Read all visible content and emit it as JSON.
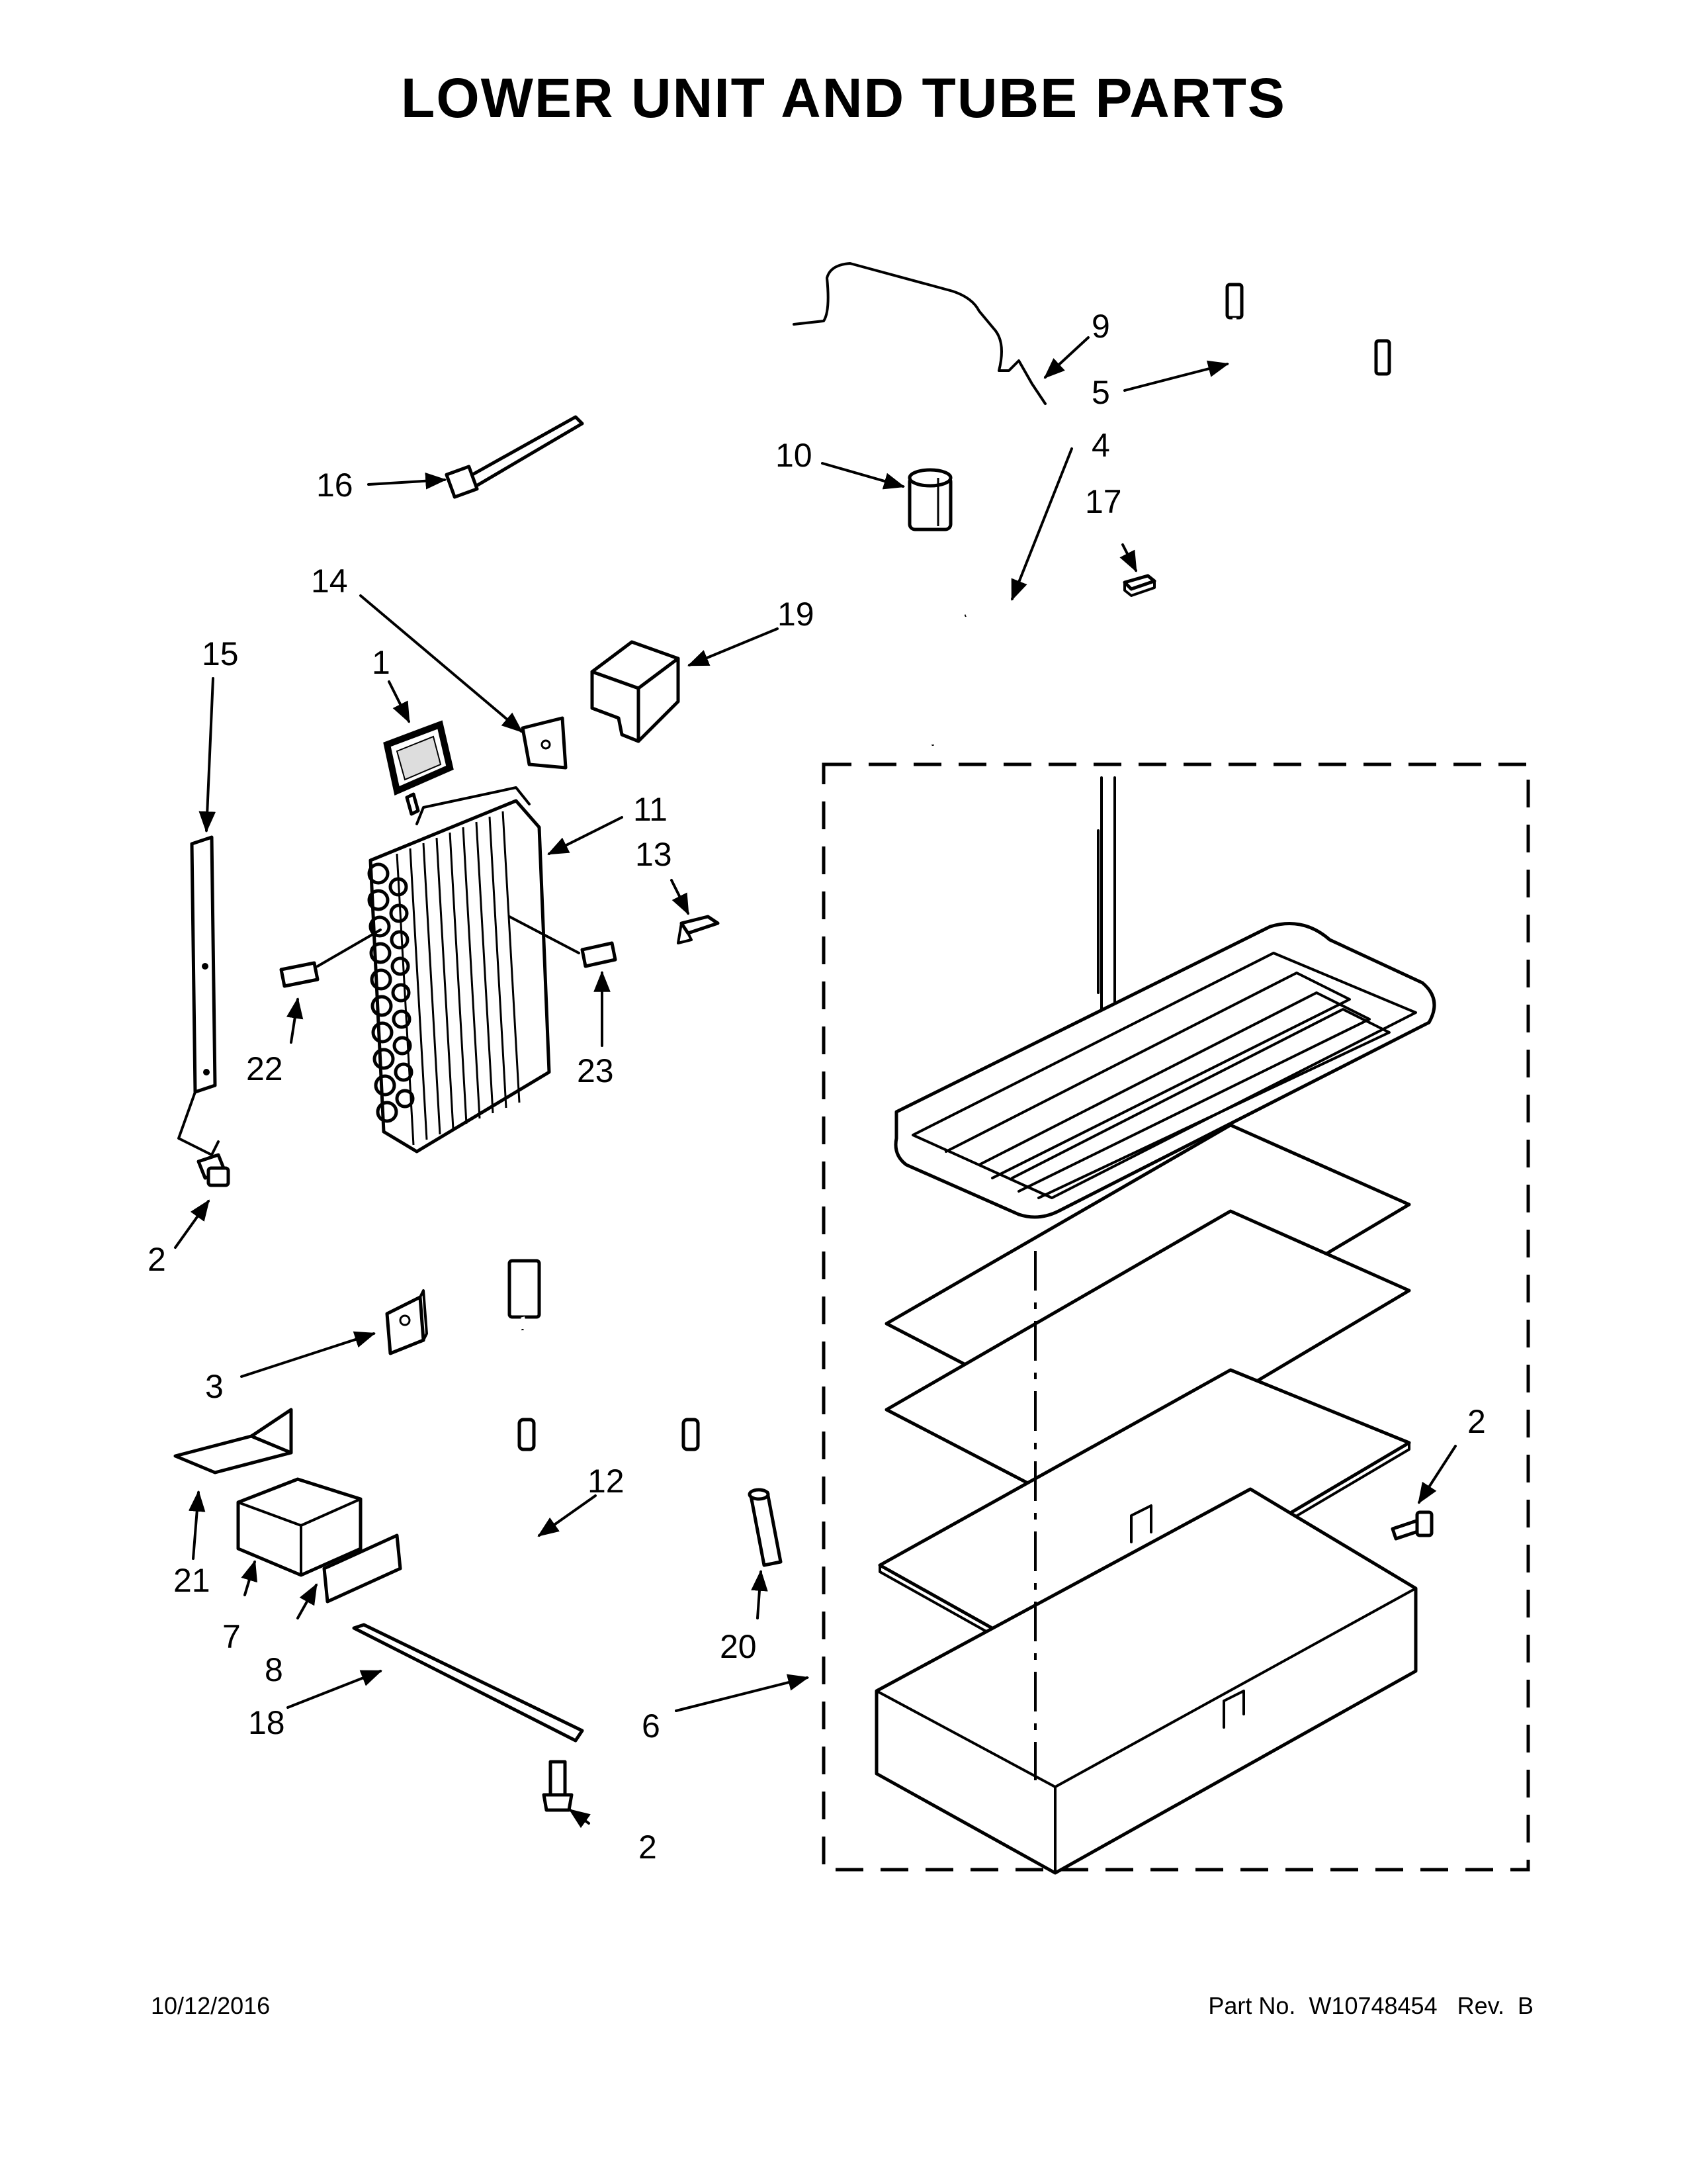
{
  "title": "LOWER UNIT AND TUBE PARTS",
  "footer": {
    "date": "10/12/2016",
    "part_label": "Part No.",
    "part_number": "W10748454",
    "rev_label": "Rev.",
    "rev": "B"
  },
  "callouts": {
    "c1": "1",
    "c2a": "2",
    "c2b": "2",
    "c2c": "2",
    "c3": "3",
    "c4": "4",
    "c5": "5",
    "c6": "6",
    "c7": "7",
    "c8": "8",
    "c9": "9",
    "c10": "10",
    "c11": "11",
    "c12": "12",
    "c13": "13",
    "c14": "14",
    "c15": "15",
    "c16": "16",
    "c17": "17",
    "c18": "18",
    "c19": "19",
    "c20": "20",
    "c21": "21",
    "c22": "22",
    "c23": "23"
  }
}
